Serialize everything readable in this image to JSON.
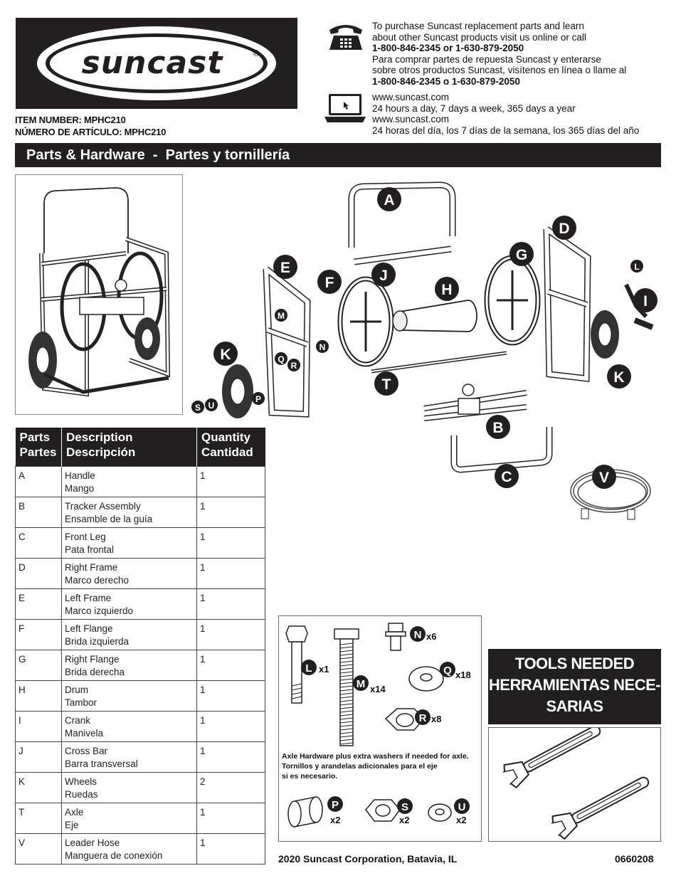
{
  "logo": {
    "brand": "suncast",
    "registered_mark": "®"
  },
  "item_number": {
    "en": "ITEM NUMBER: MPHC210",
    "es": "NÚMERO DE ARTÍCULO: MPHC210"
  },
  "contact": {
    "phone_lines": [
      "To purchase Suncast replacement parts and learn",
      "about other Suncast products visit us online or call",
      "1-800-846-2345 or 1-630-879-2050",
      "Para comprar partes de repuesta Suncast y enterarse",
      "sobre otros productos Suncast, visítenos en línea o llame al",
      "1-800-846-2345 o 1-630-879-2050"
    ],
    "web_lines": [
      "www.suncast.com",
      "24 hours a day, 7 days a week, 365 days a year",
      "www.suncast.com",
      "24 horas del día, los 7 días de la semana, los 365 días del año"
    ],
    "phone_icon": "telephone-icon",
    "web_icon": "laptop-icon"
  },
  "section_title": "Parts & Hardware  -  Partes y tornillería",
  "table": {
    "headers": {
      "part": [
        "Parts",
        "Partes"
      ],
      "desc": [
        "Description",
        "Descripción"
      ],
      "qty": [
        "Quantity",
        "Cantidad"
      ]
    },
    "rows": [
      {
        "part": "A",
        "en": "Handle",
        "es": "Mango",
        "qty": "1"
      },
      {
        "part": "B",
        "en": "Tracker Assembly",
        "es": "Ensamble de la guía",
        "qty": "1"
      },
      {
        "part": "C",
        "en": "Front Leg",
        "es": "Pata frontal",
        "qty": "1"
      },
      {
        "part": "D",
        "en": "Right Frame",
        "es": "Marco derecho",
        "qty": "1"
      },
      {
        "part": "E",
        "en": "Left Frame",
        "es": "Marco izquierdo",
        "qty": "1"
      },
      {
        "part": "F",
        "en": "Left Flange",
        "es": "Brida izquierda",
        "qty": "1"
      },
      {
        "part": "G",
        "en": "Right Flange",
        "es": "Brida derecha",
        "qty": "1"
      },
      {
        "part": "H",
        "en": "Drum",
        "es": "Tambor",
        "qty": "1"
      },
      {
        "part": "I",
        "en": "Crank",
        "es": "Manivela",
        "qty": "1"
      },
      {
        "part": "J",
        "en": "Cross Bar",
        "es": "Barra transversal",
        "qty": "1"
      },
      {
        "part": "K",
        "en": "Wheels",
        "es": "Ruedas",
        "qty": "2"
      },
      {
        "part": "T",
        "en": "Axle",
        "es": "Eje",
        "qty": "1"
      },
      {
        "part": "V",
        "en": "Leader Hose",
        "es": "Manguera de conexión",
        "qty": "1"
      }
    ]
  },
  "diagram_labels": {
    "A": "A",
    "B": "B",
    "C": "C",
    "D": "D",
    "E": "E",
    "F": "F",
    "G": "G",
    "H": "H",
    "I": "I",
    "J": "J",
    "K": "K",
    "L": "L",
    "M": "M",
    "N": "N",
    "P": "P",
    "Q": "Q",
    "R": "R",
    "S": "S",
    "T": "T",
    "U": "U",
    "V": "V"
  },
  "hardware": {
    "L": {
      "label": "L",
      "qty": "x1"
    },
    "M": {
      "label": "M",
      "qty": "x14"
    },
    "N": {
      "label": "N",
      "qty": "x6"
    },
    "Q": {
      "label": "Q",
      "qty": "x18"
    },
    "R": {
      "label": "R",
      "qty": "x8"
    },
    "P": {
      "label": "P",
      "qty": "x2"
    },
    "S": {
      "label": "S",
      "qty": "x2"
    },
    "U": {
      "label": "U",
      "qty": "x2"
    },
    "note_en": "Axle Hardware plus extra washers if needed for axle.",
    "note_es_1": "Tornillos y arandelas adicionales para el eje",
    "note_es_2": "si es necesario."
  },
  "tools": {
    "title_1": "TOOLS NEEDED",
    "title_2": "HERRAMIENTAS NECE-",
    "title_3": "SARIAS",
    "tool_icon": "adjustable-wrench-icon"
  },
  "footer": {
    "copyright": "2020 Suncast Corporation, Batavia, IL",
    "doc_number": "0660208"
  }
}
